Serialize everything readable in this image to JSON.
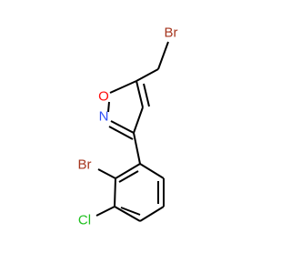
{
  "molecule": {
    "atoms": {
      "br_methyl": {
        "label": "Br",
        "color": "#a6361f"
      },
      "oxygen": {
        "label": "O",
        "color": "#ff0d0d"
      },
      "nitrogen": {
        "label": "N",
        "color": "#3050f8"
      },
      "br_aryl": {
        "label": "Br",
        "color": "#a6361f"
      },
      "chlorine": {
        "label": "Cl",
        "color": "#1fc01f"
      }
    },
    "bond_color": "#000000",
    "background": "#ffffff"
  }
}
